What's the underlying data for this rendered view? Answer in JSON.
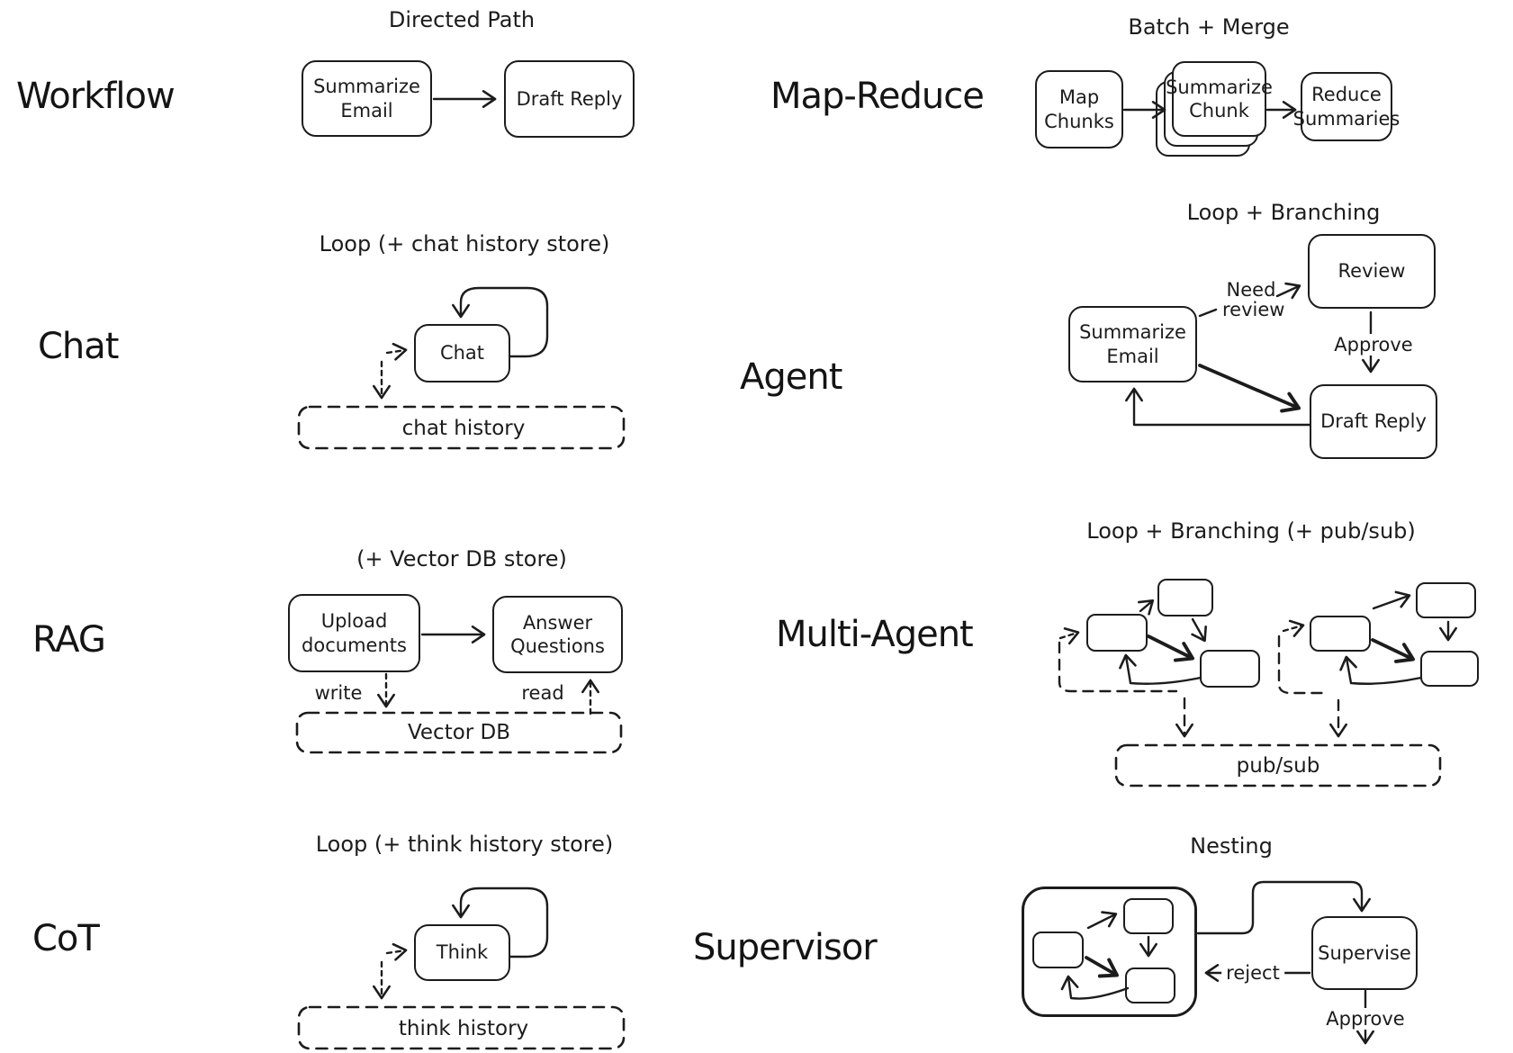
{
  "palette": {
    "ink": "#1c1c1c",
    "background": "#ffffff"
  },
  "sections": {
    "workflow": {
      "label": "Workflow",
      "title": "Directed Path",
      "boxes": {
        "summarize": "Summarize Email",
        "draft": "Draft Reply"
      }
    },
    "map_reduce": {
      "label": "Map-Reduce",
      "title": "Batch + Merge",
      "boxes": {
        "map": "Map Chunks",
        "summarize": "Summarize Chunk",
        "reduce": "Reduce Summaries"
      }
    },
    "chat": {
      "label": "Chat",
      "title": "Loop (+ chat history store)",
      "boxes": {
        "chat": "Chat",
        "store": "chat history"
      }
    },
    "agent": {
      "label": "Agent",
      "title": "Loop + Branching",
      "boxes": {
        "summarize": "Summarize Email",
        "review": "Review",
        "draft": "Draft Reply"
      },
      "edges": {
        "need_review": "Need review",
        "approve": "Approve"
      }
    },
    "rag": {
      "label": "RAG",
      "title": "(+ Vector DB store)",
      "boxes": {
        "upload": "Upload documents",
        "answer": "Answer Questions",
        "store": "Vector DB"
      },
      "edges": {
        "write": "write",
        "read": "read"
      }
    },
    "multi_agent": {
      "label": "Multi-Agent",
      "title": "Loop + Branching (+ pub/sub)",
      "boxes": {
        "store": "pub/sub"
      }
    },
    "cot": {
      "label": "CoT",
      "title": "Loop (+ think history store)",
      "boxes": {
        "think": "Think",
        "store": "think history"
      }
    },
    "supervisor": {
      "label": "Supervisor",
      "title": "Nesting",
      "boxes": {
        "supervise": "Supervise"
      },
      "edges": {
        "reject": "reject",
        "approve": "Approve"
      }
    }
  }
}
